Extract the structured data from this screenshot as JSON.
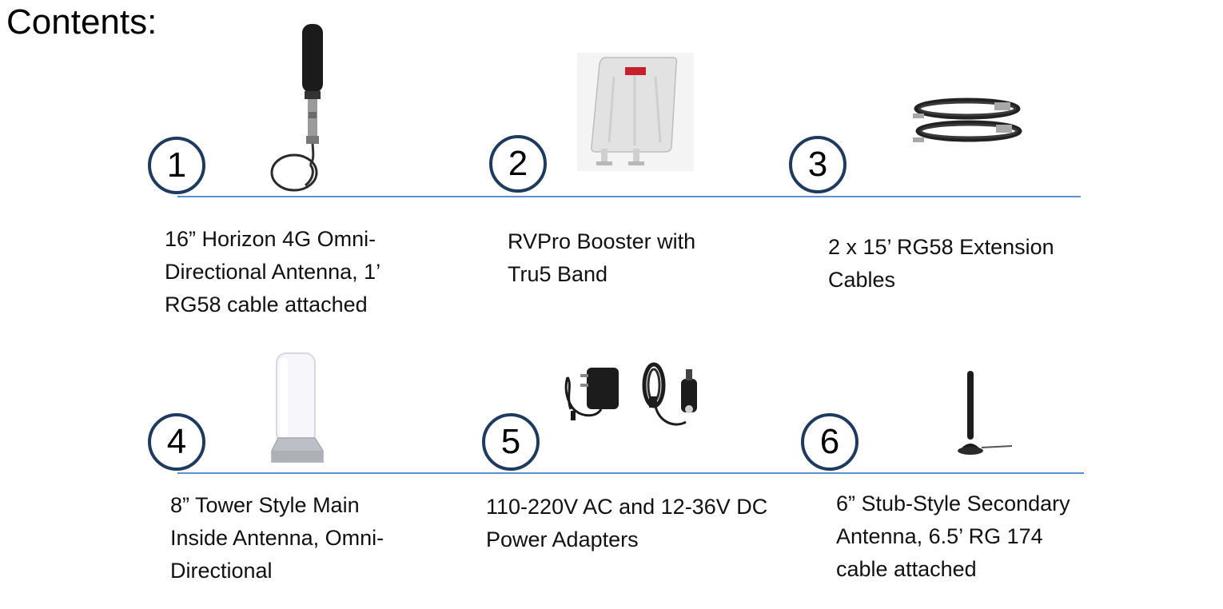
{
  "title": "Contents:",
  "accent_colors": {
    "rule": "#5b8fd0",
    "circle_border": "#1f3a5f"
  },
  "items": [
    {
      "number": "1",
      "image": "stick-omni-antenna-with-coiled-cable",
      "caption": [
        "16” Horizon 4G Omni-",
        "Directional Antenna, 1’",
        "RG58 cable attached"
      ]
    },
    {
      "number": "2",
      "image": "rvpro-booster-unit",
      "caption": [
        "RVPro Booster with",
        "Tru5 Band"
      ]
    },
    {
      "number": "3",
      "image": "coiled-extension-cables",
      "caption": [
        "2 x 15’ RG58 Extension",
        "Cables"
      ]
    },
    {
      "number": "4",
      "image": "tower-style-inside-antenna",
      "caption": [
        "8” Tower Style Main",
        "Inside Antenna, Omni-",
        "Directional"
      ]
    },
    {
      "number": "5",
      "image": "ac-and-dc-power-adapters",
      "caption": [
        "110-220V AC and 12-36V DC",
        "Power Adapters"
      ]
    },
    {
      "number": "6",
      "image": "stub-style-magnetic-antenna",
      "caption": [
        "6” Stub-Style Secondary",
        "Antenna, 6.5’ RG 174",
        "cable attached"
      ]
    }
  ]
}
